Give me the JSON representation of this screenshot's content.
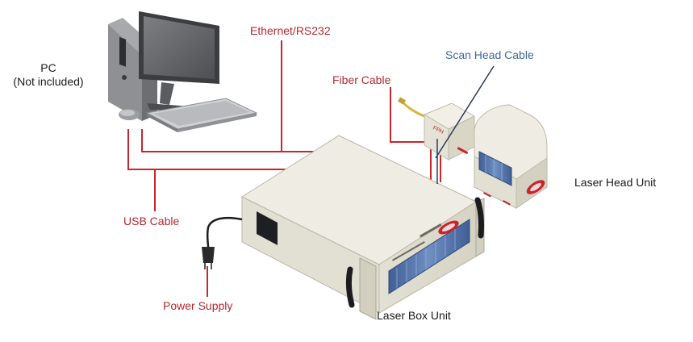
{
  "labels": {
    "pc_line1": "PC",
    "pc_line2": "(Not included)",
    "ethernet": "Ethernet/RS232",
    "scan_head_cable": "Scan Head Cable",
    "fiber_cable": "Fiber Cable",
    "laser_head_unit": "Laser Head Unit",
    "usb_cable": "USB Cable",
    "power_supply": "Power Supply",
    "laser_box_unit": "Laser Box Unit"
  },
  "colors": {
    "cable_red": "#c8262c",
    "label_red": "#b5282e",
    "label_blue": "#3d6a9a",
    "scan_cable": "#2b3a55",
    "device_body": "#ebe9dd"
  }
}
